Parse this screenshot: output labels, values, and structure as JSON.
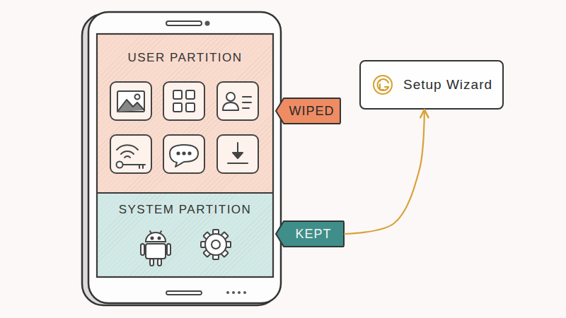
{
  "diagram": {
    "nodes": [
      {
        "text": [
          "USER PARTITION"
        ]
      },
      {
        "text": [
          "SYSTEM PARTITION"
        ]
      },
      {
        "text": [
          "WIPED"
        ]
      },
      {
        "text": [
          "KEPT"
        ]
      },
      {
        "text": [
          "Setup Wizard"
        ]
      }
    ],
    "edges": [
      {
        "from": 3,
        "to": 4,
        "arrow": "to"
      }
    ]
  }
}
